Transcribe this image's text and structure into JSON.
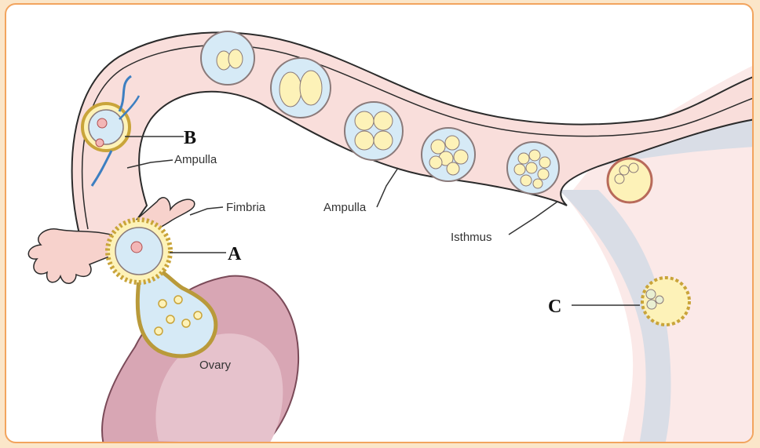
{
  "labels": {
    "ampulla_left": "Ampulla",
    "fimbria": "Fimbria",
    "ampulla_center": "Ampulla",
    "isthmus": "Isthmus",
    "ovary": "Ovary"
  },
  "markers": {
    "a": "A",
    "b": "B",
    "c": "C"
  },
  "colors": {
    "tube_fill": "#f9dedb",
    "tube_outline": "#2b2b2b",
    "ovary_fill": "#d8a6b4",
    "uterus_wall": "#d9dde6",
    "yolk": "#fdf2b8",
    "cell_blue": "#d6eaf6",
    "frame": "#f2a45e"
  }
}
